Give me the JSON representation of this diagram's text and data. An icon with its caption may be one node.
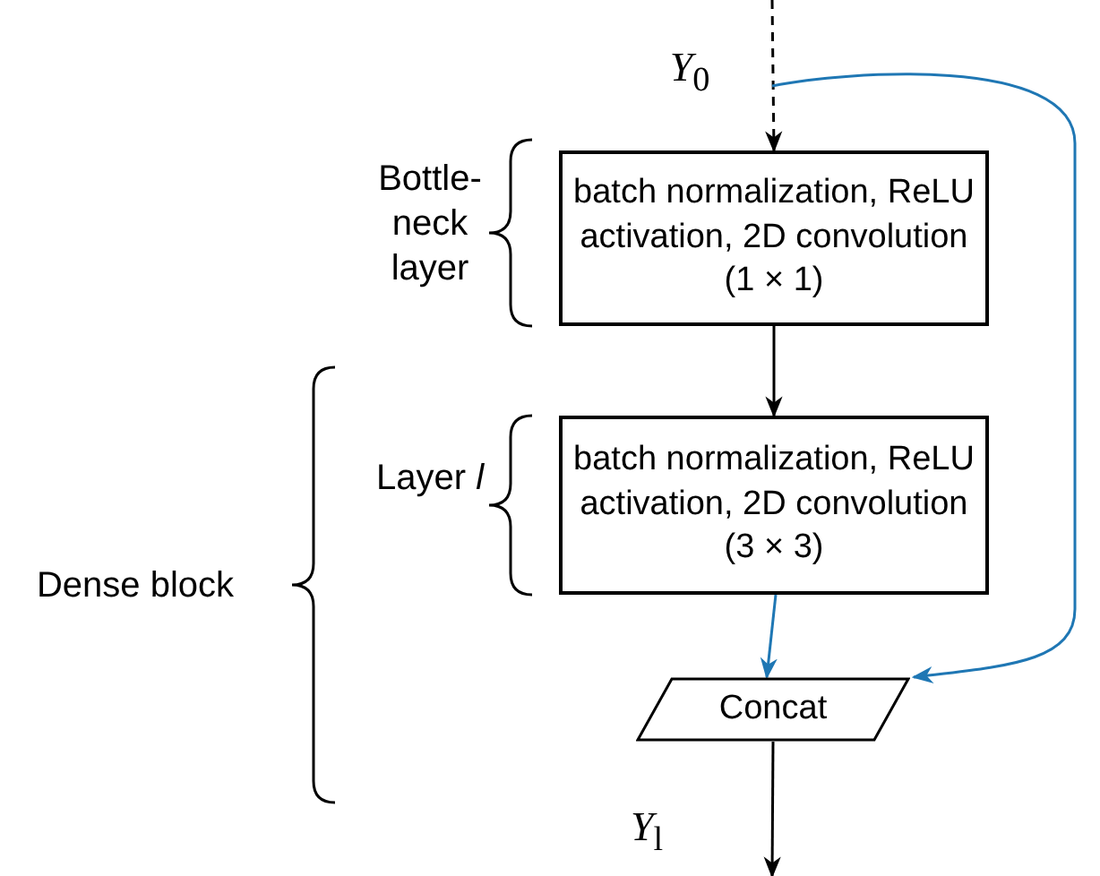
{
  "diagram": {
    "nodes": [
      {
        "text": [
          "batch normalization, ReLU activation, 2D convolution (1 × 1)"
        ],
        "beside": [
          "Bottle-neck layer"
        ]
      },
      {
        "text": [
          "batch normalization, ReLU activation, 2D convolution (3 × 3)"
        ],
        "beside": [
          "Layer *l*"
        ]
      },
      {
        "text": [
          "Concat"
        ]
      }
    ],
    "edges": [
      {
        "from": null,
        "to": 0,
        "arrow": "to",
        "style": "dashed"
      },
      {
        "from": 0,
        "to": 1,
        "arrow": "to"
      },
      {
        "from": 1,
        "to": 2,
        "arrow": "to",
        "color": "#1f77b4"
      },
      {
        "from": null,
        "to": 2,
        "arrow": "to",
        "color": "#1f77b4"
      },
      {
        "from": 2,
        "to": null,
        "arrow": "to",
        "label": "*Y*$_{l}$"
      }
    ],
    "labels": [
      "*Y*$_{0}$",
      "Dense block"
    ]
  }
}
